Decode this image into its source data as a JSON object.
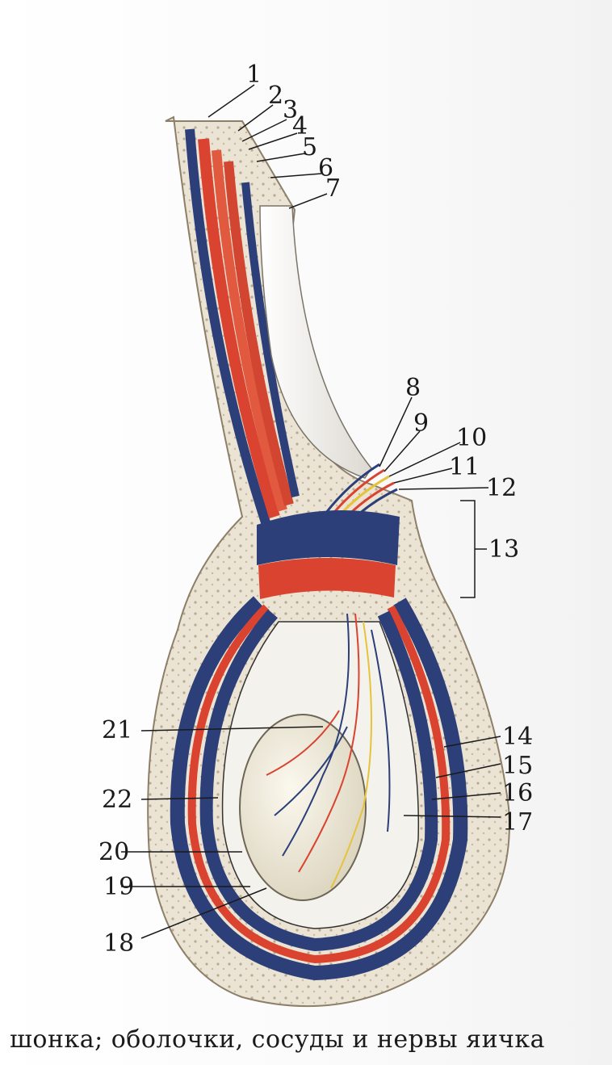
{
  "caption": "шонка; оболочки, сосуды и нервы яичка",
  "labels": {
    "n1": "1",
    "n2": "2",
    "n3": "3",
    "n4": "4",
    "n5": "5",
    "n6": "6",
    "n7": "7",
    "n8": "8",
    "n9": "9",
    "n10": "10",
    "n11": "11",
    "n12": "12",
    "n13": "13",
    "n14": "14",
    "n15": "15",
    "n16": "16",
    "n17": "17",
    "n18": "18",
    "n19": "19",
    "n20": "20",
    "n21": "21",
    "n22": "22"
  },
  "colors": {
    "skin": "#e9e1d2",
    "blue_layer": "#2c3f79",
    "red_layer": "#d9432f",
    "testis": "#f1ecd9",
    "leader_line": "#1a1a1a"
  }
}
